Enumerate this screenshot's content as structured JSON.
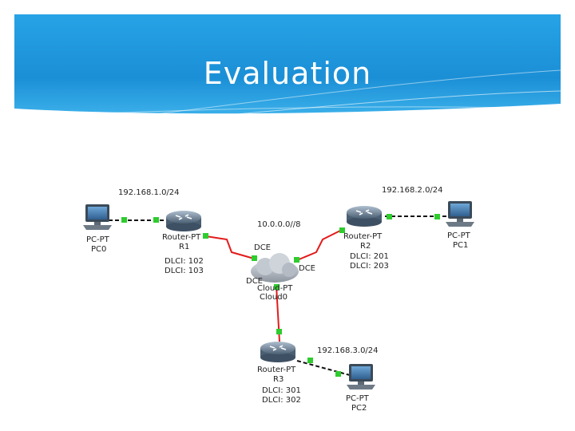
{
  "title": "Evaluation",
  "colors": {
    "header_top": "#27a3e6",
    "header_bottom": "#3fb4ec",
    "serial_link": "#e31b1b",
    "ethernet_link": "#111111",
    "port_dot": "#2ecc2e"
  },
  "networks": {
    "lan1": "192.168.1.0/24",
    "lan2": "192.168.2.0/24",
    "lan3": "192.168.3.0/24",
    "wan": "10.0.0.0//8"
  },
  "devices": {
    "pc0": {
      "type": "PC-PT",
      "name": "PC0",
      "icon": "pc-icon"
    },
    "pc1": {
      "type": "PC-PT",
      "name": "PC1",
      "icon": "pc-icon"
    },
    "pc2": {
      "type": "PC-PT",
      "name": "PC2",
      "icon": "pc-icon"
    },
    "r1": {
      "type": "Router-PT",
      "name": "R1",
      "icon": "router-icon",
      "dlci": [
        "DLCI: 102",
        "DLCI: 103"
      ]
    },
    "r2": {
      "type": "Router-PT",
      "name": "R2",
      "icon": "router-icon",
      "dlci": [
        "DLCI: 201",
        "DLCI: 203"
      ]
    },
    "r3": {
      "type": "Router-PT",
      "name": "R3",
      "icon": "router-icon",
      "dlci": [
        "DLCI: 301",
        "DLCI: 302"
      ]
    },
    "cloud": {
      "type": "Cloud-PT",
      "name": "Cloud0",
      "icon": "cloud-icon"
    }
  },
  "dce_labels": {
    "r1_side": "DCE",
    "r2_side": "DCE",
    "r3_side": "DCE"
  }
}
